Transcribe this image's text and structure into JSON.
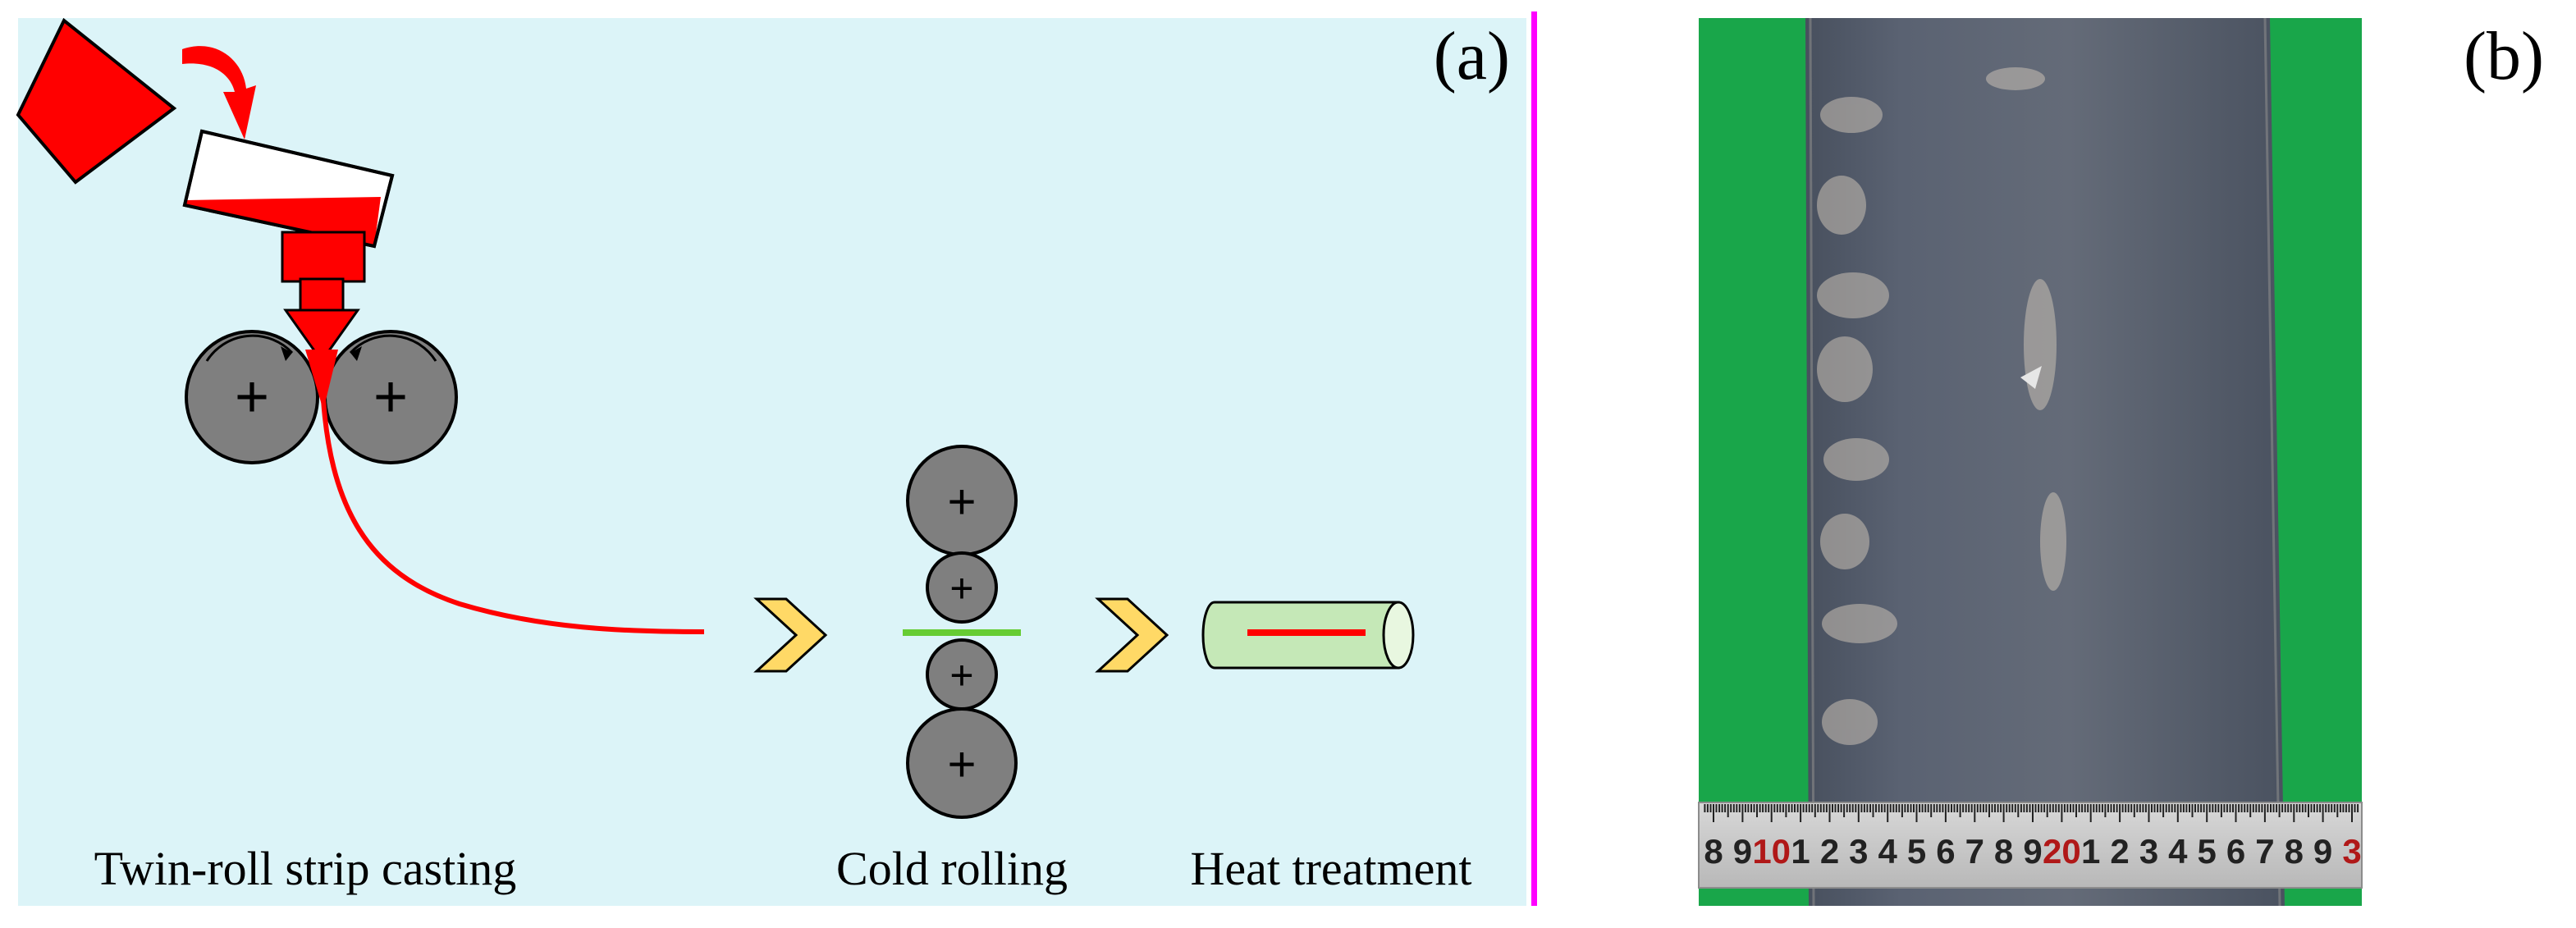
{
  "panel_a": {
    "letter": "(a)",
    "captions": {
      "twin_roll": "Twin-roll strip casting",
      "cold_rolling": "Cold rolling",
      "heat_treatment": "Heat treatment"
    }
  },
  "panel_b": {
    "letter": "(b)",
    "ruler_labels": [
      "8",
      "9",
      "10",
      "1",
      "2",
      "3",
      "4",
      "5",
      "6",
      "7",
      "8",
      "9",
      "20",
      "1",
      "2",
      "3",
      "4",
      "5",
      "6",
      "7",
      "8",
      "9",
      "3"
    ]
  },
  "colors": {
    "diagram_bg": "#dcf4f8",
    "molten_steel": "#ff0000",
    "roll_fill": "#7f7f7f",
    "arrow_fill": "#ffd966",
    "strip_green": "#66cc33",
    "furnace_fill": "#c5e8b7",
    "divider": "#ff00ff",
    "photo_bg": "#19a64a",
    "ruler_red": "#b01818"
  }
}
